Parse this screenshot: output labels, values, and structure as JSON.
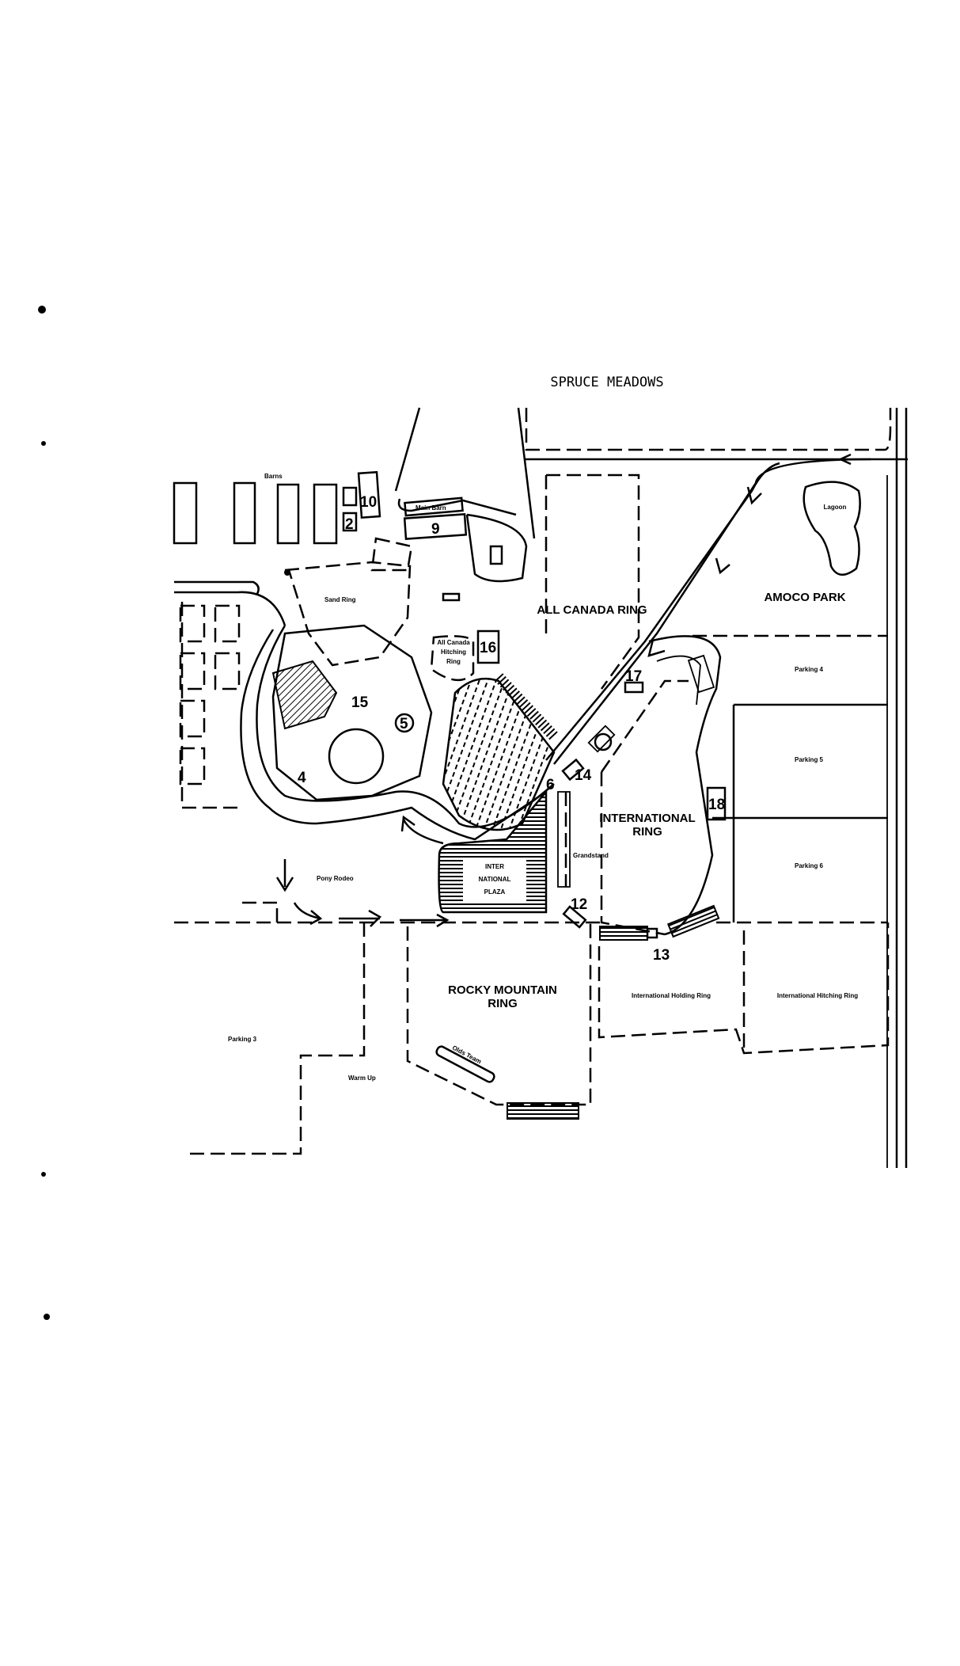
{
  "title": "SPRUCE MEADOWS",
  "areas": {
    "barns": "Barns",
    "main_barn": "Main Barn",
    "sand_ring": "Sand Ring",
    "all_canada_ring": "ALL CANADA RING",
    "all_canada_hitching_ring": [
      "All Canada",
      "Hitching",
      "Ring"
    ],
    "amoco_park": "AMOCO PARK",
    "lagoon": "Lagoon",
    "parking_4": "Parking 4",
    "parking_5": "Parking 5",
    "parking_6": "Parking 6",
    "parking_3": "Parking 3",
    "international_ring": [
      "INTERNATIONAL",
      "RING"
    ],
    "international_plaza": [
      "INTER",
      "NATIONAL",
      "PLAZA"
    ],
    "grandstand": "Grandstand",
    "pony_rodeo": "Pony Rodeo",
    "rocky_mountain_ring": [
      "ROCKY MOUNTAIN",
      "RING"
    ],
    "olds_team": "Olds Team",
    "warm_up": "Warm Up",
    "international_holding_ring": "International Holding Ring",
    "international_hitching_ring": "International Hitching Ring"
  },
  "markers": {
    "m2": "2",
    "m4": "4",
    "m5": "5",
    "m6": "6",
    "m9": "9",
    "m10": "10",
    "m12": "12",
    "m13": "13",
    "m14": "14",
    "m15": "15",
    "m16": "16",
    "m17": "17",
    "m18": "18"
  }
}
